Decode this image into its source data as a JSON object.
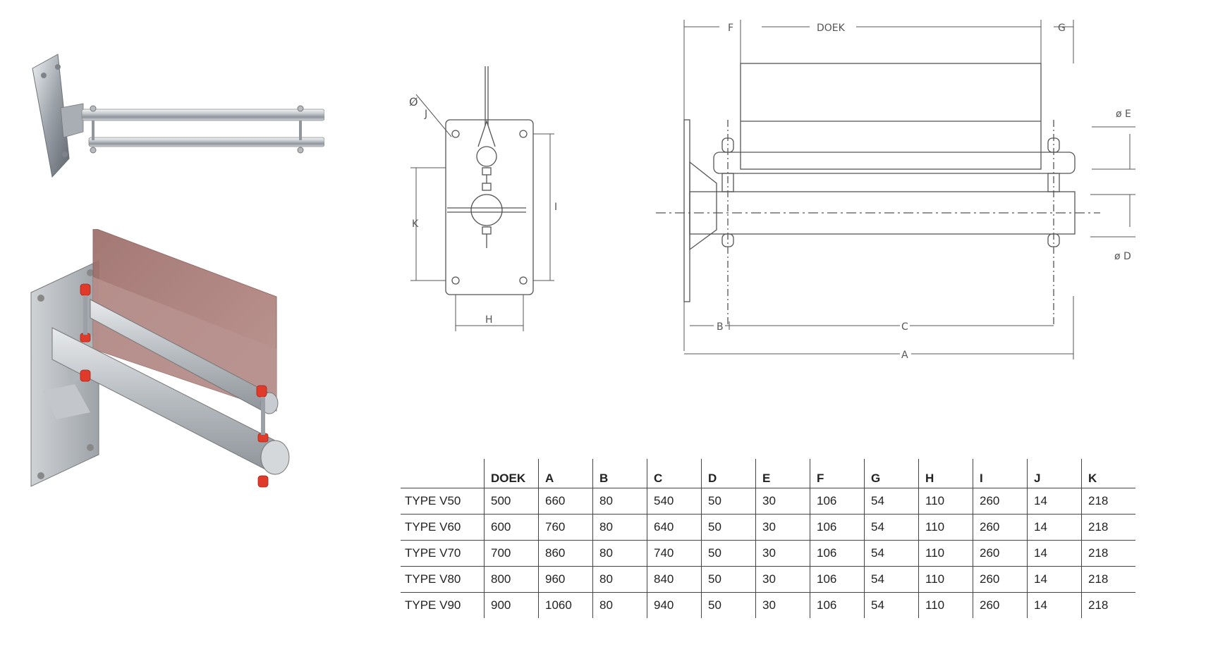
{
  "diagram": {
    "front_labels": {
      "diameter": "Ø",
      "j": "J",
      "k": "K",
      "i": "I",
      "h": "H"
    },
    "side_labels": {
      "f": "F",
      "doek": "DOEK",
      "g": "G",
      "b": "B",
      "c": "C",
      "a": "A",
      "dia_e": "ø E",
      "dia_d": "ø D"
    }
  },
  "table": {
    "headers": [
      "",
      "DOEK",
      "A",
      "B",
      "C",
      "D",
      "E",
      "F",
      "G",
      "H",
      "I",
      "J",
      "K"
    ],
    "rows": [
      [
        "TYPE V50",
        "500",
        "660",
        "80",
        "540",
        "50",
        "30",
        "106",
        "54",
        "110",
        "260",
        "14",
        "218"
      ],
      [
        "TYPE V60",
        "600",
        "760",
        "80",
        "640",
        "50",
        "30",
        "106",
        "54",
        "110",
        "260",
        "14",
        "218"
      ],
      [
        "TYPE V70",
        "700",
        "860",
        "80",
        "740",
        "50",
        "30",
        "106",
        "54",
        "110",
        "260",
        "14",
        "218"
      ],
      [
        "TYPE V80",
        "800",
        "960",
        "80",
        "840",
        "50",
        "30",
        "106",
        "54",
        "110",
        "260",
        "14",
        "218"
      ],
      [
        "TYPE V90",
        "900",
        "1060",
        "80",
        "940",
        "50",
        "30",
        "106",
        "54",
        "110",
        "260",
        "14",
        "218"
      ]
    ]
  }
}
